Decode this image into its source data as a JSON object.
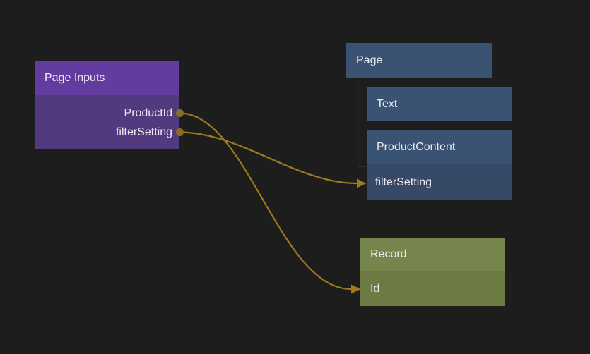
{
  "colors": {
    "background": "#1d1d1d",
    "edge": "#9b7a20",
    "port": "#8a6d1f",
    "tree_line": "#47484a",
    "page_inputs_header": "#623c9e",
    "page_inputs_body": "#533a7e",
    "widget_header": "#3b5372",
    "widget_row": "#364966",
    "record_header": "#76854c",
    "record_row": "#6c7b42",
    "text": "#eceaf2"
  },
  "nodes": {
    "page_inputs": {
      "title": "Page Inputs",
      "outputs": [
        {
          "label": "ProductId"
        },
        {
          "label": "filterSetting"
        }
      ]
    },
    "page": {
      "title": "Page"
    },
    "text_widget": {
      "title": "Text"
    },
    "product_content": {
      "title": "ProductContent",
      "inputs": [
        {
          "label": "filterSetting"
        }
      ]
    },
    "record": {
      "title": "Record",
      "inputs": [
        {
          "label": "Id"
        }
      ]
    }
  },
  "edges": [
    {
      "from": "Page Inputs.ProductId",
      "to": "Record.Id"
    },
    {
      "from": "Page Inputs.filterSetting",
      "to": "ProductContent.filterSetting"
    }
  ]
}
